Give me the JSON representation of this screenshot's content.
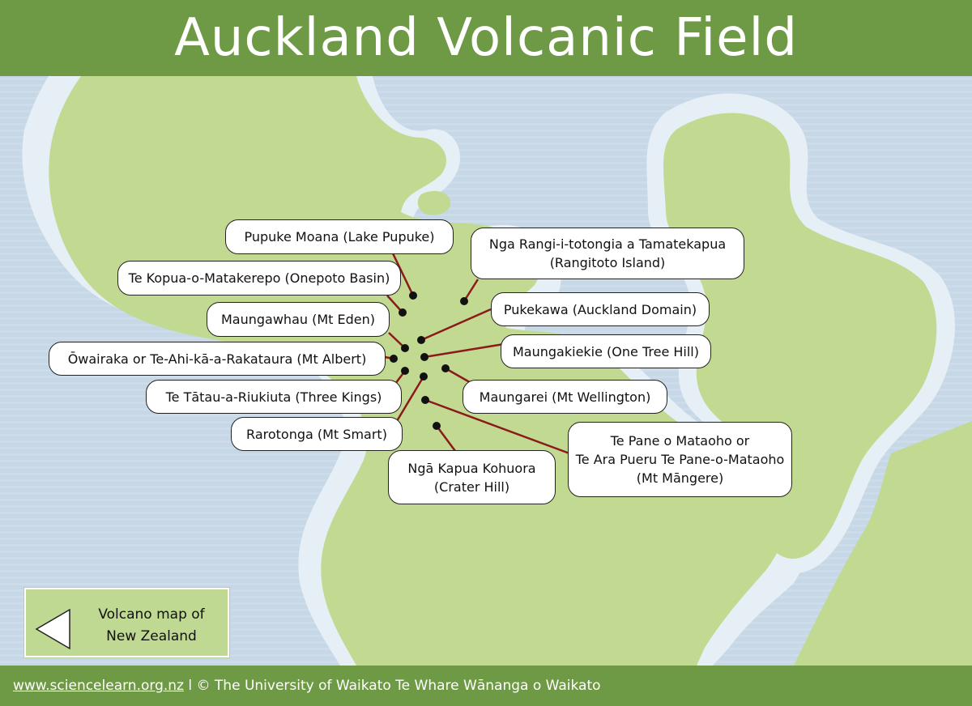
{
  "title": "Auckland Volcanic Field",
  "labels": {
    "pupuke": "Pupuke Moana (Lake Pupuke)",
    "rangitoto_1": "Nga Rangi-i-totongia a Tamatekapua",
    "rangitoto_2": "(Rangitoto Island)",
    "onepoto": "Te Kopua-o-Matakerepo (Onepoto Basin)",
    "pukekawa": "Pukekawa (Auckland Domain)",
    "eden": "Maungawhau (Mt Eden)",
    "onetreehill": "Maungakiekie (One Tree Hill)",
    "albert": "Ōwairaka or Te-Ahi-kā-a-Rakataura (Mt Albert)",
    "wellington": "Maungarei (Mt Wellington)",
    "threekings": "Te Tātau-a-Riukiuta (Three Kings)",
    "smart": "Rarotonga (Mt Smart)",
    "mangere_1": "Te Pane o Mataoho or",
    "mangere_2": "Te Ara Pueru Te Pane-o-Mataoho",
    "mangere_3": "(Mt Māngere)",
    "crater_1": "Ngā Kapua Kohuora",
    "crater_2": "(Crater Hill)"
  },
  "back_button": {
    "line1": "Volcano map of",
    "line2": "New Zealand"
  },
  "footer": {
    "link": "www.sciencelearn.org.nz",
    "text": " l © The University of Waikato Te Whare Wānanga o Waikato"
  },
  "colors": {
    "sea": "#c9d9e8",
    "land": "#c2d992",
    "coast_halo": "#e8f0f7",
    "header": "#6f9a45",
    "connector": "#8b1a1a"
  }
}
